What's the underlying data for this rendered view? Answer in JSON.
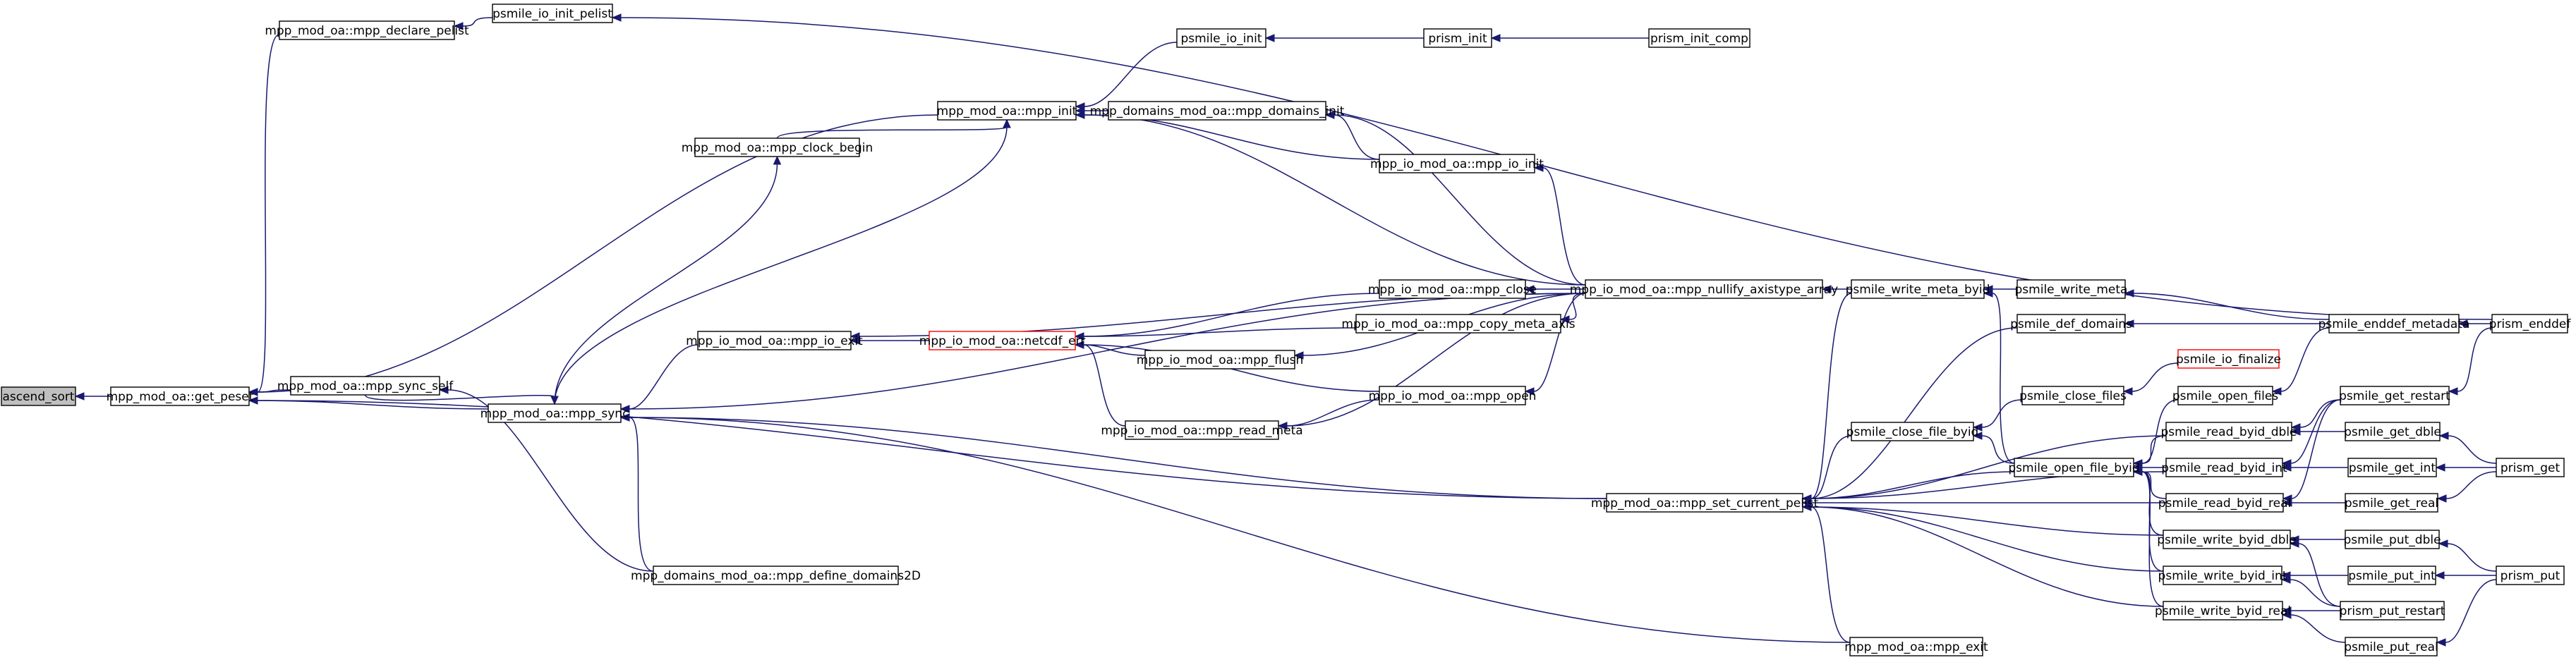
{
  "graph": {
    "edge_color": "#191970",
    "root_fill": "#bfbfbf",
    "highlight_border": "#ff0000",
    "nodes": [
      {
        "id": "ascend_sort",
        "label": "ascend_sort",
        "style": "root"
      },
      {
        "id": "get_peset",
        "label": "mpp_mod_oa::get_peset"
      },
      {
        "id": "declare_pelist",
        "label": "mpp_mod_oa::mpp_declare_pelist"
      },
      {
        "id": "io_init_pelist",
        "label": "psmile_io_init_pelist"
      },
      {
        "id": "psmile_io_init",
        "label": "psmile_io_init"
      },
      {
        "id": "prism_init",
        "label": "prism_init"
      },
      {
        "id": "prism_init_comp",
        "label": "prism_init_comp"
      },
      {
        "id": "mpp_init",
        "label": "mpp_mod_oa::mpp_init"
      },
      {
        "id": "domains_init",
        "label": "mpp_domains_mod_oa::mpp_domains_init"
      },
      {
        "id": "clock_begin",
        "label": "mpp_mod_oa::mpp_clock_begin"
      },
      {
        "id": "io_init",
        "label": "mpp_io_mod_oa::mpp_io_init"
      },
      {
        "id": "io_close",
        "label": "mpp_io_mod_oa::mpp_close"
      },
      {
        "id": "nullify",
        "label": "mpp_io_mod_oa::mpp_nullify_axistype_array"
      },
      {
        "id": "write_meta_byid",
        "label": "psmile_write_meta_byid"
      },
      {
        "id": "write_meta",
        "label": "psmile_write_meta"
      },
      {
        "id": "io_exit",
        "label": "mpp_io_mod_oa::mpp_io_exit"
      },
      {
        "id": "netcdf_err",
        "label": "mpp_io_mod_oa::netcdf_err",
        "style": "red"
      },
      {
        "id": "copy_meta_axis",
        "label": "mpp_io_mod_oa::mpp_copy_meta_axis"
      },
      {
        "id": "def_domains",
        "label": "psmile_def_domains"
      },
      {
        "id": "enddef_metadata",
        "label": "psmile_enddef_metadata"
      },
      {
        "id": "prism_enddef",
        "label": "prism_enddef"
      },
      {
        "id": "io_flush",
        "label": "mpp_io_mod_oa::mpp_flush"
      },
      {
        "id": "psmile_io_finalize",
        "label": "psmile_io_finalize",
        "style": "red"
      },
      {
        "id": "close_files",
        "label": "psmile_close_files"
      },
      {
        "id": "open_files",
        "label": "psmile_open_files"
      },
      {
        "id": "io_open",
        "label": "mpp_io_mod_oa::mpp_open"
      },
      {
        "id": "get_restart",
        "label": "psmile_get_restart"
      },
      {
        "id": "mpp_sync_self",
        "label": "mpp_mod_oa::mpp_sync_self"
      },
      {
        "id": "mpp_sync",
        "label": "mpp_mod_oa::mpp_sync"
      },
      {
        "id": "read_meta",
        "label": "mpp_io_mod_oa::mpp_read_meta"
      },
      {
        "id": "close_file_byid",
        "label": "psmile_close_file_byid"
      },
      {
        "id": "read_byid_dble",
        "label": "psmile_read_byid_dble"
      },
      {
        "id": "get_dble",
        "label": "psmile_get_dble"
      },
      {
        "id": "open_file_byid",
        "label": "psmile_open_file_byid"
      },
      {
        "id": "read_byid_int",
        "label": "psmile_read_byid_int"
      },
      {
        "id": "get_int",
        "label": "psmile_get_int"
      },
      {
        "id": "prism_get",
        "label": "prism_get"
      },
      {
        "id": "set_current_pelist",
        "label": "mpp_mod_oa::mpp_set_current_pelist"
      },
      {
        "id": "read_byid_real",
        "label": "psmile_read_byid_real"
      },
      {
        "id": "get_real",
        "label": "psmile_get_real"
      },
      {
        "id": "define_domains2d",
        "label": "mpp_domains_mod_oa::mpp_define_domains2D"
      },
      {
        "id": "write_byid_dble",
        "label": "psmile_write_byid_dble"
      },
      {
        "id": "put_dble",
        "label": "psmile_put_dble"
      },
      {
        "id": "write_byid_int",
        "label": "psmile_write_byid_int"
      },
      {
        "id": "put_int",
        "label": "psmile_put_int"
      },
      {
        "id": "prism_put",
        "label": "prism_put"
      },
      {
        "id": "write_byid_real",
        "label": "psmile_write_byid_real"
      },
      {
        "id": "put_restart",
        "label": "prism_put_restart"
      },
      {
        "id": "put_real",
        "label": "psmile_put_real"
      },
      {
        "id": "mpp_exit",
        "label": "mpp_mod_oa::mpp_exit"
      }
    ],
    "edges": [
      [
        "get_peset",
        "ascend_sort"
      ],
      [
        "declare_pelist",
        "get_peset"
      ],
      [
        "io_init_pelist",
        "declare_pelist"
      ],
      [
        "prism_enddef",
        "io_init_pelist"
      ],
      [
        "prism_init",
        "psmile_io_init"
      ],
      [
        "prism_init_comp",
        "prism_init"
      ],
      [
        "psmile_io_init",
        "mpp_init"
      ],
      [
        "mpp_init",
        "get_peset"
      ],
      [
        "domains_init",
        "mpp_init"
      ],
      [
        "io_init",
        "domains_init"
      ],
      [
        "io_init",
        "mpp_init"
      ],
      [
        "nullify",
        "domains_init"
      ],
      [
        "nullify",
        "mpp_init"
      ],
      [
        "nullify",
        "io_init"
      ],
      [
        "clock_begin",
        "mpp_init"
      ],
      [
        "mpp_sync",
        "clock_begin"
      ],
      [
        "mpp_sync",
        "mpp_init"
      ],
      [
        "mpp_sync",
        "get_peset"
      ],
      [
        "mpp_sync_self",
        "get_peset"
      ],
      [
        "mpp_sync_self",
        "mpp_sync"
      ],
      [
        "set_current_pelist",
        "get_peset"
      ],
      [
        "set_current_pelist",
        "mpp_sync"
      ],
      [
        "define_domains2d",
        "mpp_sync"
      ],
      [
        "define_domains2d",
        "mpp_sync_self"
      ],
      [
        "mpp_exit",
        "mpp_sync"
      ],
      [
        "mpp_exit",
        "set_current_pelist"
      ],
      [
        "io_exit",
        "mpp_sync"
      ],
      [
        "nullify",
        "mpp_sync"
      ],
      [
        "nullify",
        "io_exit"
      ],
      [
        "netcdf_err",
        "io_exit"
      ],
      [
        "io_close",
        "netcdf_err"
      ],
      [
        "nullify",
        "io_close"
      ],
      [
        "copy_meta_axis",
        "netcdf_err"
      ],
      [
        "nullify",
        "copy_meta_axis"
      ],
      [
        "io_flush",
        "netcdf_err"
      ],
      [
        "nullify",
        "io_flush"
      ],
      [
        "io_open",
        "netcdf_err"
      ],
      [
        "nullify",
        "io_open"
      ],
      [
        "read_meta",
        "netcdf_err"
      ],
      [
        "io_open",
        "read_meta"
      ],
      [
        "nullify",
        "read_meta"
      ],
      [
        "write_meta_byid",
        "nullify"
      ],
      [
        "write_meta",
        "write_meta_byid"
      ],
      [
        "enddef_metadata",
        "write_meta"
      ],
      [
        "enddef_metadata",
        "def_domains"
      ],
      [
        "prism_enddef",
        "enddef_metadata"
      ],
      [
        "def_domains",
        "set_current_pelist"
      ],
      [
        "write_meta_byid",
        "set_current_pelist"
      ],
      [
        "psmile_io_finalize",
        "close_files"
      ],
      [
        "close_files",
        "close_file_byid"
      ],
      [
        "close_file_byid",
        "set_current_pelist"
      ],
      [
        "open_file_byid",
        "write_meta_byid"
      ],
      [
        "open_file_byid",
        "close_file_byid"
      ],
      [
        "open_file_byid",
        "set_current_pelist"
      ],
      [
        "open_files",
        "open_file_byid"
      ],
      [
        "enddef_metadata",
        "open_files"
      ],
      [
        "read_byid_dble",
        "open_file_byid"
      ],
      [
        "read_byid_dble",
        "set_current_pelist"
      ],
      [
        "read_byid_int",
        "open_file_byid"
      ],
      [
        "read_byid_int",
        "set_current_pelist"
      ],
      [
        "read_byid_real",
        "open_file_byid"
      ],
      [
        "read_byid_real",
        "set_current_pelist"
      ],
      [
        "write_byid_dble",
        "open_file_byid"
      ],
      [
        "write_byid_dble",
        "set_current_pelist"
      ],
      [
        "write_byid_int",
        "open_file_byid"
      ],
      [
        "write_byid_int",
        "set_current_pelist"
      ],
      [
        "write_byid_real",
        "open_file_byid"
      ],
      [
        "write_byid_real",
        "set_current_pelist"
      ],
      [
        "get_restart",
        "read_byid_dble"
      ],
      [
        "get_restart",
        "read_byid_int"
      ],
      [
        "get_restart",
        "read_byid_real"
      ],
      [
        "prism_enddef",
        "get_restart"
      ],
      [
        "get_dble",
        "read_byid_dble"
      ],
      [
        "get_int",
        "read_byid_int"
      ],
      [
        "get_real",
        "read_byid_real"
      ],
      [
        "prism_get",
        "get_dble"
      ],
      [
        "prism_get",
        "get_int"
      ],
      [
        "prism_get",
        "get_real"
      ],
      [
        "put_dble",
        "write_byid_dble"
      ],
      [
        "put_int",
        "write_byid_int"
      ],
      [
        "put_real",
        "write_byid_real"
      ],
      [
        "put_restart",
        "write_byid_dble"
      ],
      [
        "put_restart",
        "write_byid_int"
      ],
      [
        "put_restart",
        "write_byid_real"
      ],
      [
        "prism_put",
        "put_dble"
      ],
      [
        "prism_put",
        "put_int"
      ],
      [
        "prism_put",
        "put_real"
      ]
    ]
  }
}
